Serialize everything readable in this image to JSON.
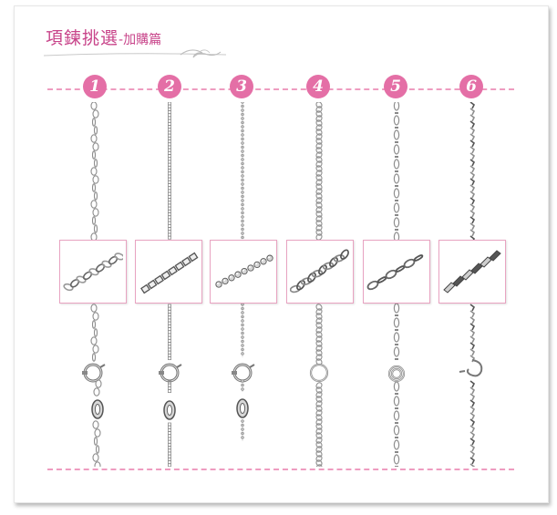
{
  "header": {
    "title_main": "項鍊挑選",
    "title_sub": "-加購篇"
  },
  "badges": [
    "1",
    "2",
    "3",
    "4",
    "5",
    "6"
  ],
  "icons": {
    "ornament": "swirl-ornament-icon",
    "chains": [
      "singapore-chain",
      "box-chain",
      "bead-chain",
      "rope-chain",
      "cable-chain",
      "twisted-chain"
    ]
  },
  "colors": {
    "accent": "#e46fa6",
    "title": "#c8448a",
    "dash": "#ee9cc0",
    "zoom_border": "#e8a3c1"
  }
}
